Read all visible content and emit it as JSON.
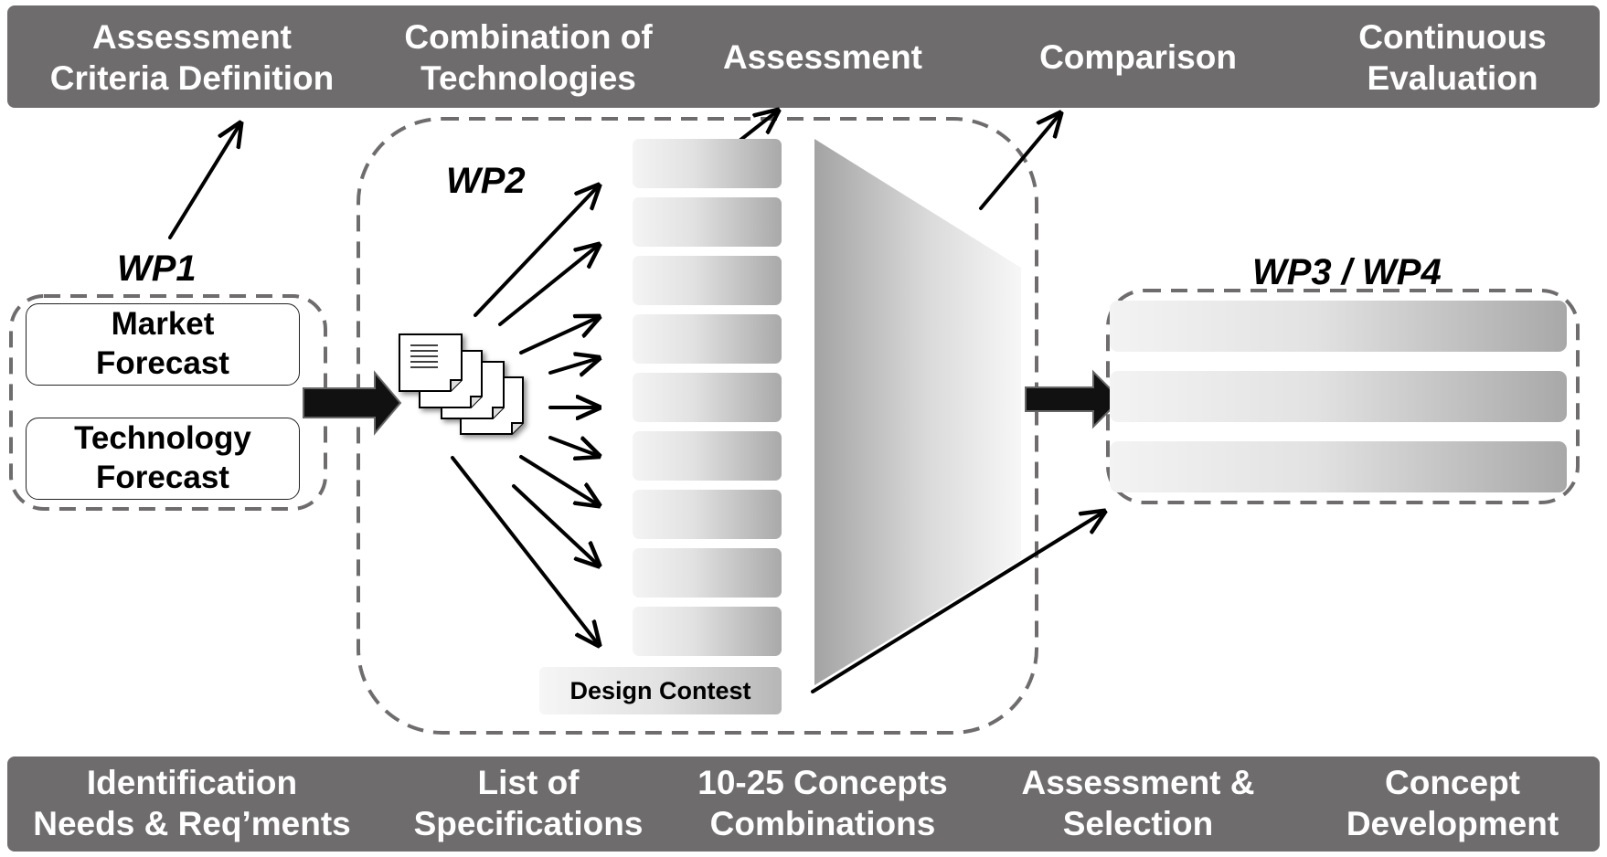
{
  "top_bar": {
    "items": [
      {
        "label": "Assessment\nCriteria Definition"
      },
      {
        "label": "Combination of\nTechnologies"
      },
      {
        "label": "Assessment"
      },
      {
        "label": "Comparison"
      },
      {
        "label": "Continuous\nEvaluation"
      }
    ]
  },
  "bottom_bar": {
    "items": [
      {
        "label": "Identification\nNeeds & Req’ments"
      },
      {
        "label": "List of\nSpecifications"
      },
      {
        "label": "10-25 Concepts\nCombinations"
      },
      {
        "label": "Assessment &\nSelection"
      },
      {
        "label": "Concept\nDevelopment"
      }
    ]
  },
  "wp1": {
    "title": "WP1",
    "boxes": [
      "Market\nForecast",
      "Technology\nForecast"
    ]
  },
  "wp2": {
    "title": "WP2",
    "concept_count": 9,
    "design_contest": "Design Contest"
  },
  "wp34": {
    "title": "WP3 / WP4",
    "concept_count": 3
  },
  "colors": {
    "bar_fill": "#6f6c6d",
    "bar_text": "#ffffff",
    "dash_border": "#6f6c6d"
  }
}
